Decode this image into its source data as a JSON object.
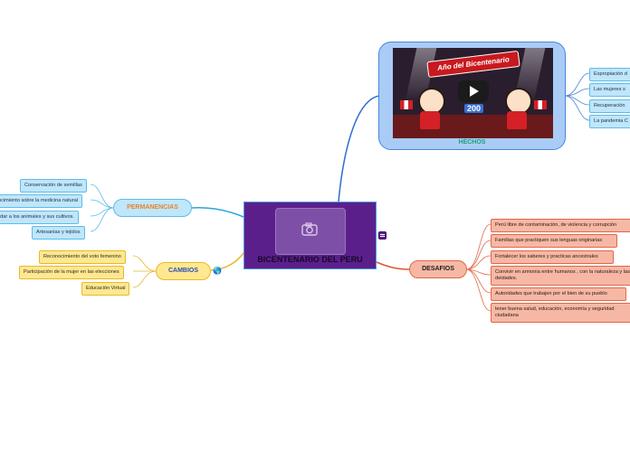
{
  "central": {
    "title": "BICENTENARIO DEL PERU",
    "image_icon": "camera-icon"
  },
  "hechos": {
    "label": "HECHOS",
    "video_banner": "Año del Bicentenario",
    "video_badge": "200",
    "items": [
      "Expropiación d",
      "Las mujeres s",
      "Recuperación",
      "La pandemia C"
    ]
  },
  "permanencias": {
    "label": "PERMANENCIAS",
    "items": [
      "Conservación de semillas",
      "conocimiento sobre la medicina natural",
      "cuidar a los animales y sus cultivos.",
      "Artesanias y  tejidos"
    ]
  },
  "cambios": {
    "label": "CAMBIOS",
    "icon": "globe-icon",
    "items": [
      "Reconocimiento del voto femenino",
      "Participación de la mujer en las elecciones",
      "Educación Virtual"
    ]
  },
  "desafios": {
    "label": "DESAFIOS",
    "items": [
      "Perú libre de contaminación, de violencia y corrupción",
      "Familias que practiquen sus lenguas originarias",
      "Fortalecer los saberes  y practicas ancestrales",
      "Convivir en armonia entre humanos , con la naturaleza y las deidades.",
      "Autoridades  que trabajen por el bien de su pueblo",
      "tener buena salud, educación, economía y seguridad ciudadana"
    ]
  },
  "colors": {
    "central": "#5b1f8c",
    "hechos": "#a9ccf6",
    "permanencias": "#bfe6fb",
    "cambios": "#ffe88f",
    "desafios": "#f6b8a5"
  }
}
